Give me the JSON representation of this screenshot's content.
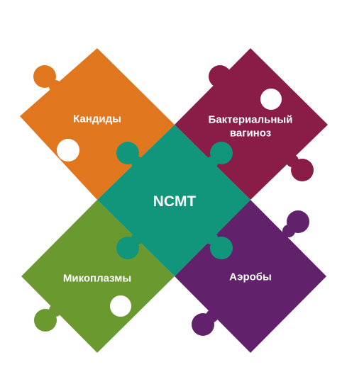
{
  "center": {
    "label": "NCMT",
    "color": "#11967b"
  },
  "pieces": [
    {
      "id": "top-left",
      "label_lines": [
        "Кандиды"
      ],
      "color": "#e0771e"
    },
    {
      "id": "top-right",
      "label_lines": [
        "Бактериальный",
        "вагиноз"
      ],
      "color": "#8a1d48"
    },
    {
      "id": "bottom-left",
      "label_lines": [
        "Микоплазмы"
      ],
      "color": "#6a9a2f"
    },
    {
      "id": "bottom-right",
      "label_lines": [
        "Аэробы"
      ],
      "color": "#62226b"
    }
  ]
}
